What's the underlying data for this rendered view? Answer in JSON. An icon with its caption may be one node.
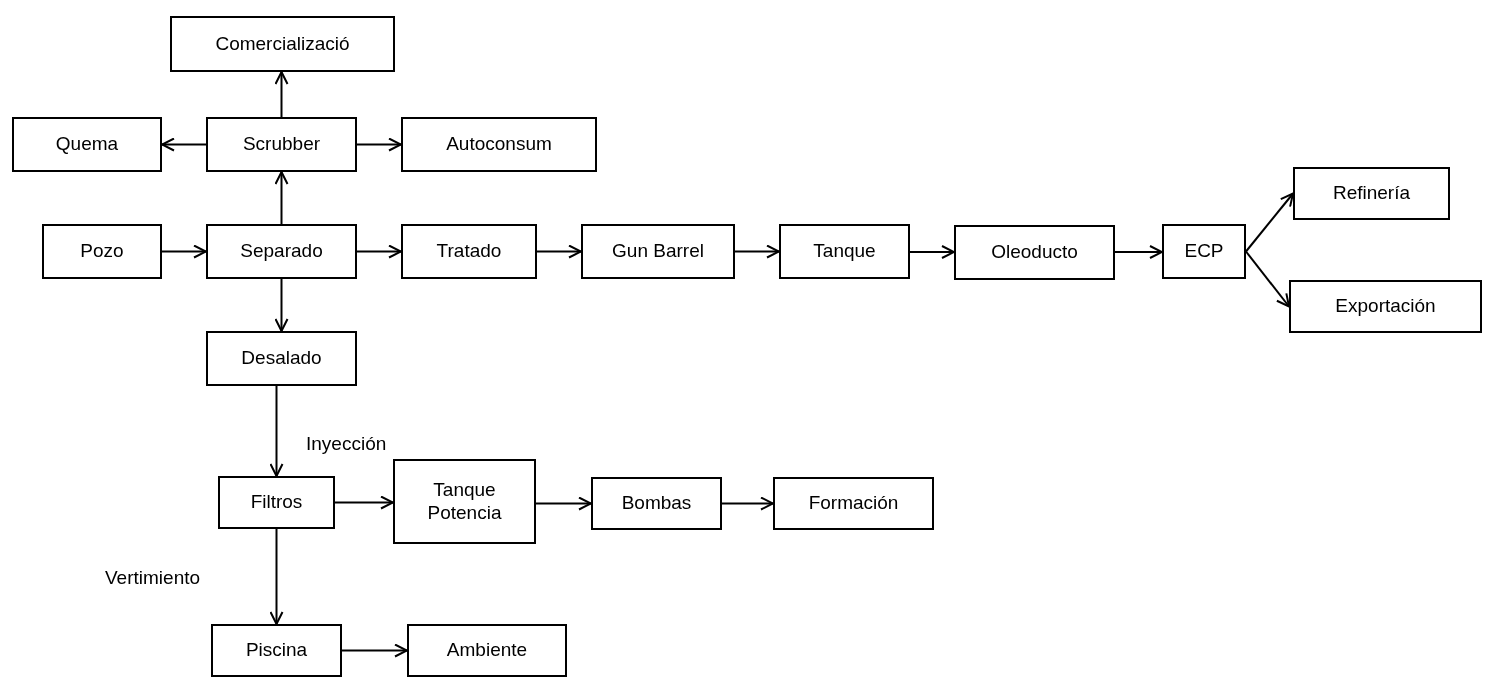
{
  "diagram": {
    "nodes": [
      {
        "text": [
          "Comercializació"
        ]
      },
      {
        "text": [
          "Quema"
        ]
      },
      {
        "text": [
          "Scrubber"
        ]
      },
      {
        "text": [
          "Autoconsum"
        ]
      },
      {
        "text": [
          "Refinería"
        ]
      },
      {
        "text": [
          "Pozo"
        ]
      },
      {
        "text": [
          "Separado"
        ]
      },
      {
        "text": [
          "Tratado"
        ]
      },
      {
        "text": [
          "Gun Barrel"
        ]
      },
      {
        "text": [
          "Tanque"
        ]
      },
      {
        "text": [
          "Oleoducto"
        ]
      },
      {
        "text": [
          "ECP"
        ]
      },
      {
        "text": [
          "Exportación"
        ]
      },
      {
        "text": [
          "Desalado"
        ]
      },
      {
        "text": [
          "Filtros"
        ]
      },
      {
        "text": [
          "Tanque Potencia"
        ]
      },
      {
        "text": [
          "Bombas"
        ]
      },
      {
        "text": [
          "Formación"
        ]
      },
      {
        "text": [
          "Piscina"
        ]
      },
      {
        "text": [
          "Ambiente"
        ]
      }
    ],
    "edges": [
      {
        "from": 5,
        "to": 6,
        "arrow": "to"
      },
      {
        "from": 6,
        "to": 2,
        "arrow": "to"
      },
      {
        "from": 2,
        "to": 0,
        "arrow": "to"
      },
      {
        "from": 2,
        "to": 1,
        "arrow": "to"
      },
      {
        "from": 2,
        "to": 3,
        "arrow": "to"
      },
      {
        "from": 6,
        "to": 7,
        "arrow": "to"
      },
      {
        "from": 7,
        "to": 8,
        "arrow": "to"
      },
      {
        "from": 8,
        "to": 9,
        "arrow": "to"
      },
      {
        "from": 9,
        "to": 10,
        "arrow": "to"
      },
      {
        "from": 10,
        "to": 11,
        "arrow": "to"
      },
      {
        "from": 11,
        "to": 4,
        "arrow": "to"
      },
      {
        "from": 11,
        "to": 12,
        "arrow": "to"
      },
      {
        "from": 6,
        "to": 13,
        "arrow": "to"
      },
      {
        "from": 13,
        "to": 14,
        "arrow": "to"
      },
      {
        "from": 14,
        "to": 15,
        "arrow": "to"
      },
      {
        "from": 15,
        "to": 16,
        "arrow": "to"
      },
      {
        "from": 16,
        "to": 17,
        "arrow": "to"
      },
      {
        "from": 14,
        "to": 18,
        "arrow": "to"
      },
      {
        "from": 18,
        "to": 19,
        "arrow": "to"
      }
    ],
    "labels": [
      "Inyección",
      "Vertimiento"
    ]
  }
}
